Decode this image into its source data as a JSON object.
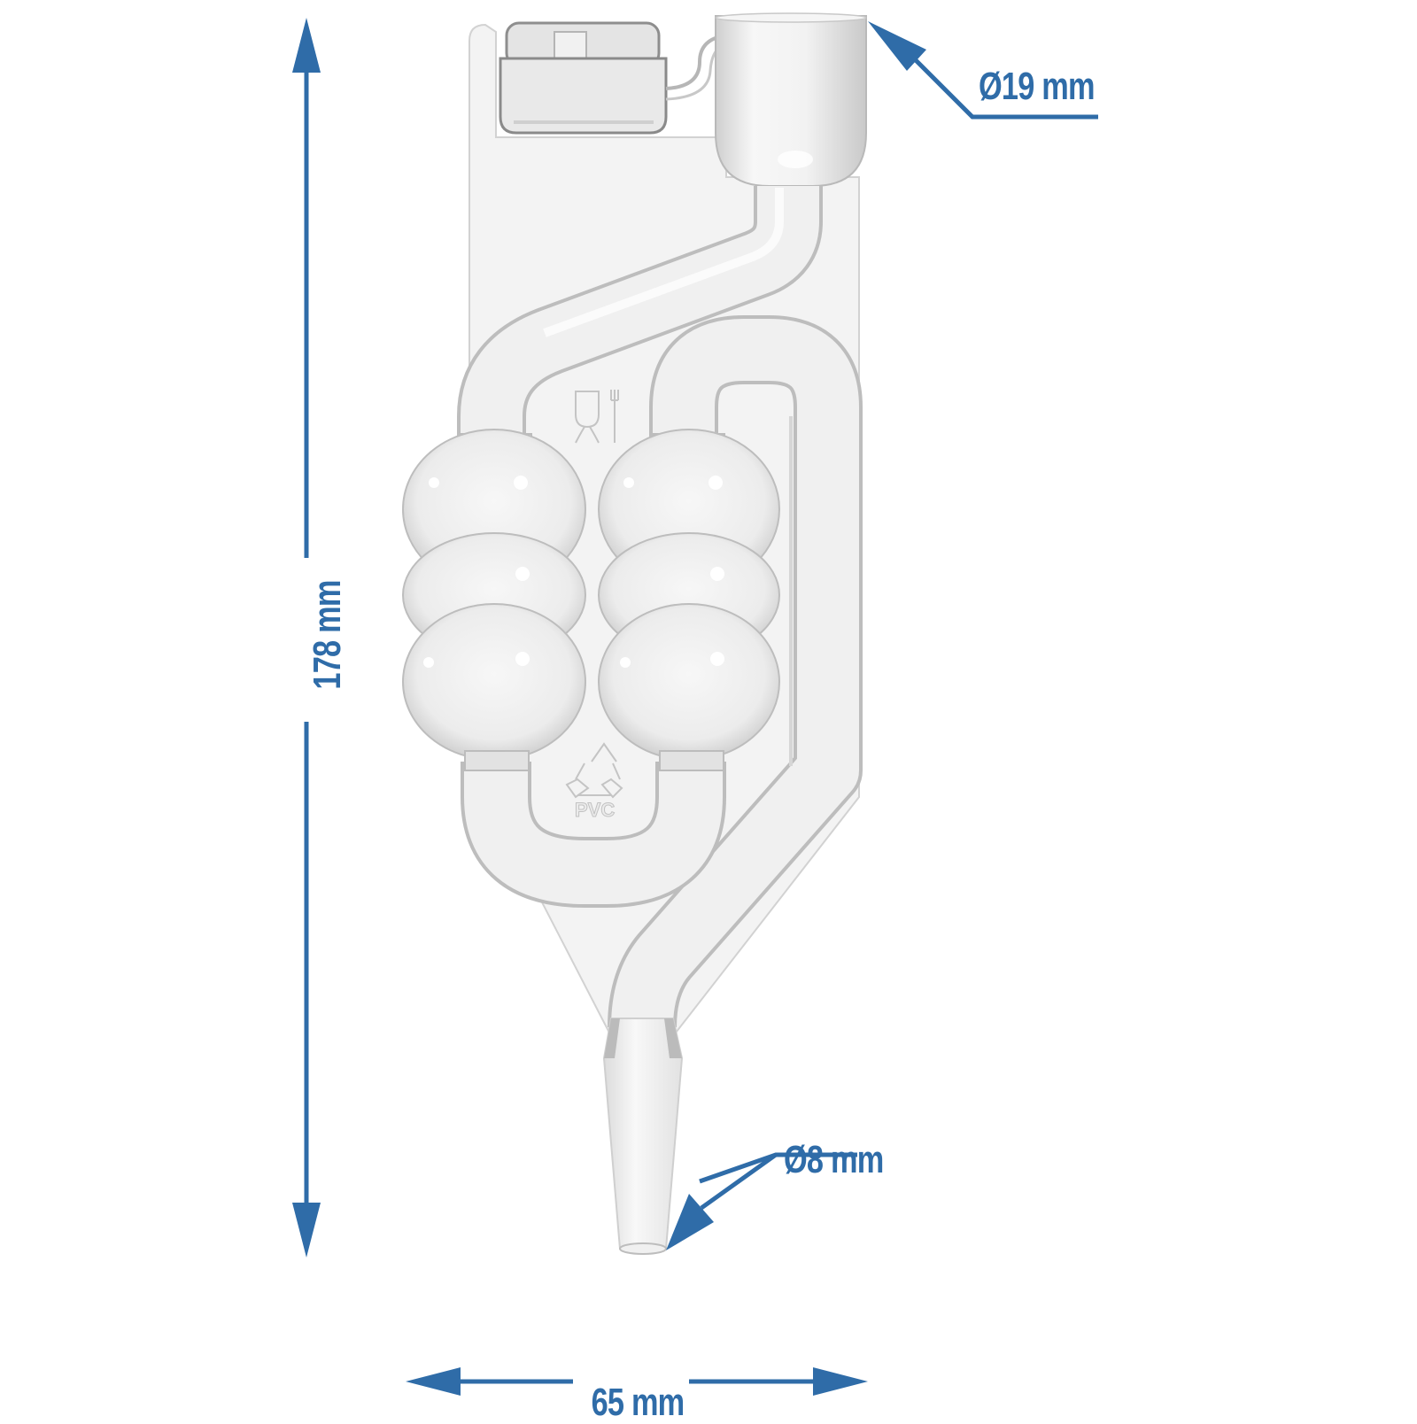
{
  "diagram": {
    "subject": "twin-bubble airlock (S-type fermentation lock)",
    "colors": {
      "dimension_accent": "#2f6ca8",
      "product_body": "#eeeeee",
      "product_outline": "#b8b8b8",
      "background": "#ffffff"
    },
    "dimensions": {
      "height": {
        "label": "178 mm",
        "value": 178,
        "unit": "mm",
        "orientation": "vertical"
      },
      "width": {
        "label": "65 mm",
        "value": 65,
        "unit": "mm",
        "orientation": "horizontal"
      },
      "top_opening_diameter": {
        "label": "Ø19 mm",
        "value": 19,
        "unit": "mm",
        "target": "top opening"
      },
      "bottom_stem_diameter": {
        "label": "Ø8 mm",
        "value": 8,
        "unit": "mm",
        "target": "bottom stem"
      }
    },
    "embossed_marks": {
      "food_safe_symbol": "glass-and-fork-icon",
      "recycling_symbol": "recycling-icon",
      "material_code": "PVC"
    }
  }
}
